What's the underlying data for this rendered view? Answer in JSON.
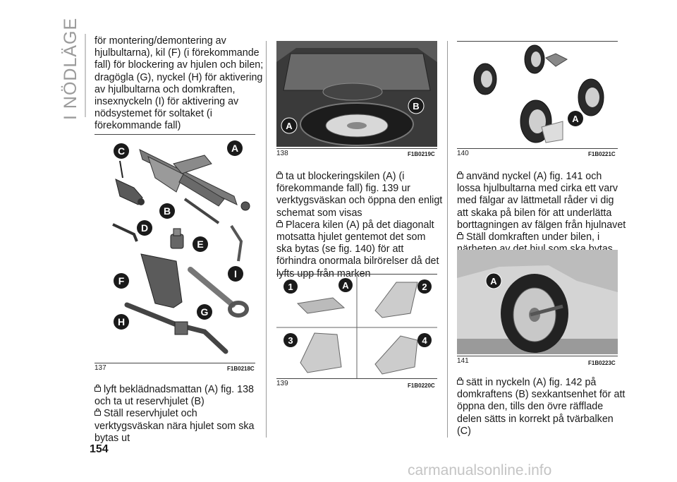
{
  "section_title": "I NÖDLÄGE",
  "page_number": "154",
  "watermark": "carmanualsonline.info",
  "col1": {
    "intro": "för montering/demontering av hjulbultarna), kil (F) (i förekommande fall) för blockering av hjulen och bilen; dragögla (G), nyckel (H) för aktivering av hjulbultarna och domkraften, insexnyckeln (I) för aktivering av nödsystemet för soltaket (i förekommande fall)",
    "figure": {
      "number": "137",
      "code": "F1B0218C",
      "labels": [
        "A",
        "B",
        "C",
        "D",
        "E",
        "F",
        "G",
        "H",
        "I"
      ]
    },
    "step1": "lyft beklädnadsmattan (A) fig. 138 och ta ut reservhjulet (B)",
    "step2": "Ställ reservhjulet och verktygsväskan nära hjulet som ska bytas ut"
  },
  "col2": {
    "figure_top": {
      "number": "138",
      "code": "F1B0219C",
      "labels": [
        "A",
        "B"
      ]
    },
    "step1": "ta ut blockeringskilen (A) (i förekommande fall) fig. 139 ur verktygsväskan och öppna den enligt schemat som visas",
    "step2": "Placera kilen (A) på det diagonalt motsatta hjulet gentemot det som ska bytas (se fig. 140) för att förhindra onormala bilrörelser då det lyfts upp från marken",
    "figure_bottom": {
      "number": "139",
      "code": "F1B0220C",
      "labels": [
        "1",
        "A",
        "2",
        "3",
        "4"
      ]
    }
  },
  "col3": {
    "figure_top": {
      "number": "140",
      "code": "F1B0221C",
      "labels": [
        "A"
      ]
    },
    "step1": "använd nyckel (A) fig. 141 och lossa hjulbultarna med cirka ett varv med fälgar av lättmetall råder vi dig att skaka på bilen för att underlätta borttagningen av fälgen från hjulnavet",
    "step2": "Ställ domkraften under bilen, i närheten av det hjul som ska bytas ut.",
    "figure_bottom": {
      "number": "141",
      "code": "F1B0223C",
      "labels": [
        "A"
      ]
    },
    "step3": "sätt in nyckeln (A) fig. 142 på domkraftens (B) sexkantsenhet för att öppna den, tills den övre räfflade delen sätts in korrekt på tvärbalken (C)"
  },
  "colors": {
    "badge": "#1a1a1a",
    "text": "#1a1a1a",
    "watermark": "#c4c4c4",
    "section": "#9b9b9b"
  }
}
